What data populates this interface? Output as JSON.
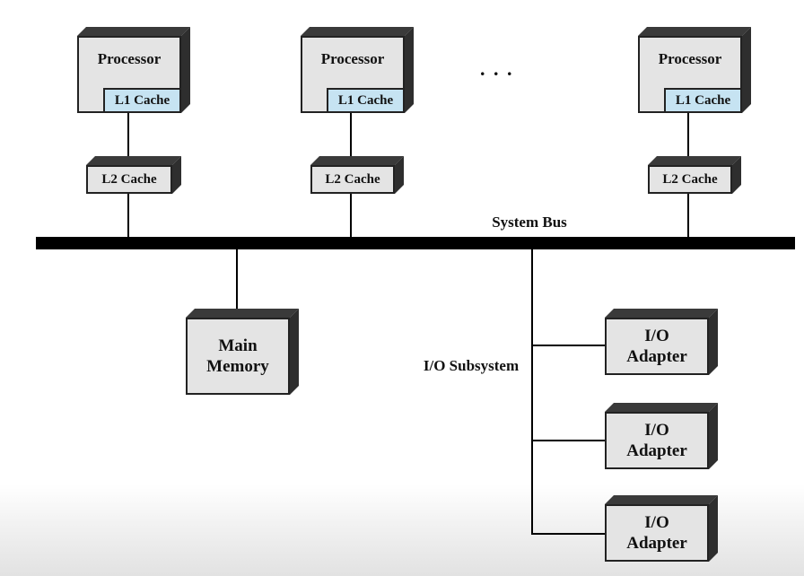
{
  "processors": [
    {
      "label": "Processor",
      "l1_label": "L1 Cache",
      "l2_label": "L2 Cache"
    },
    {
      "label": "Processor",
      "l1_label": "L1 Cache",
      "l2_label": "L2 Cache"
    },
    {
      "label": "Processor",
      "l1_label": "L1 Cache",
      "l2_label": "L2 Cache"
    }
  ],
  "ellipsis": ". . .",
  "bus_label": "System Bus",
  "memory_label": "Main Memory",
  "io_subsystem_label": "I/O Subsystem",
  "io_adapters": [
    {
      "label": "I/O Adapter"
    },
    {
      "label": "I/O Adapter"
    },
    {
      "label": "I/O Adapter"
    }
  ]
}
